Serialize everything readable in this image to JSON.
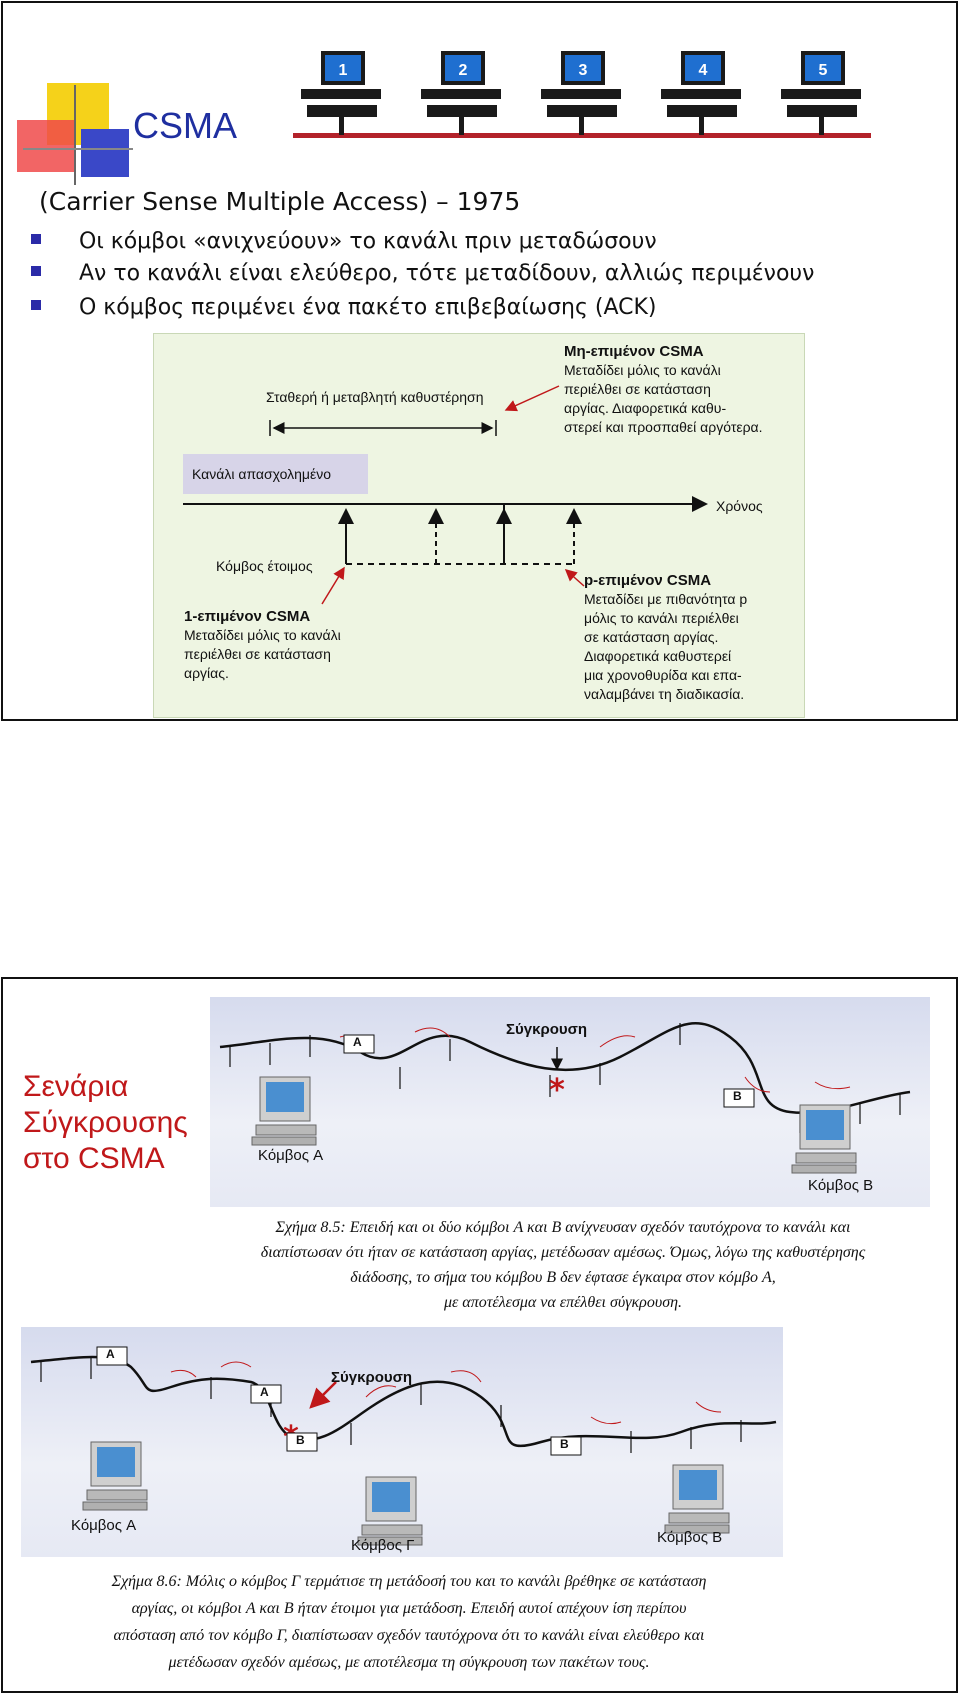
{
  "slide1": {
    "title": "CSMA",
    "subtitle": "(Carrier Sense Multiple Access) – 1975",
    "bullets": [
      "Οι κόμβοι «ανιχνεύουν» το κανάλι πριν μεταδώσουν",
      "Αν το κανάλι είναι ελεύθερο, τότε μεταδίδουν, αλλιώς περιμένουν",
      "Ο κόμβος περιμένει ένα πακέτο επιβεβαίωσης (ACK)"
    ],
    "computers": [
      "1",
      "2",
      "3",
      "4",
      "5"
    ],
    "diagram": {
      "delay_label": "Σταθερή ή μεταβλητή καθυστέρηση",
      "nonpersistent_title": "Μη-επιμένον CSMA",
      "nonpersistent_lines": [
        "Μεταδίδει μόλις το κανάλι",
        "περιέλθει σε κατάσταση",
        "αργίας. Διαφορετικά καθυ-",
        "στερεί και προσπαθεί αργότερα."
      ],
      "busy_label": "Κανάλι απασχολημένο",
      "time_label": "Χρόνος",
      "ready_label": "Κόμβος έτοιμος",
      "onepersistent_title": "1-επιμένον CSMA",
      "onepersistent_lines": [
        "Μεταδίδει μόλις το κανάλι",
        "περιέλθει σε κατάσταση",
        "αργίας."
      ],
      "ppersistent_title": "p-επιμένον CSMA",
      "ppersistent_lines": [
        "Μεταδίδει με πιθανότητα p",
        " μόλις το κανάλι περιέλθει",
        "σε κατάσταση αργίας.",
        "Διαφορετικά καθυστερεί",
        "μια χρονοθυρίδα και επα-",
        "ναλαμβάνει τη διαδικασία."
      ]
    }
  },
  "slide2": {
    "scenario_lines": [
      "Σενάρια",
      "Σύγκρουσης",
      "στο CSMA"
    ],
    "fig1": {
      "collision": "Σύγκρουση",
      "packet_a": "A",
      "packet_b": "B",
      "node_a": "Κόμβος A",
      "node_b": "Κόμβος B",
      "caption": [
        "Σχήμα 8.5: Επειδή και οι δύο κόμβοι A και B ανίχνευσαν σχεδόν ταυτόχρονα το κανάλι και",
        "διαπίστωσαν ότι ήταν σε κατάσταση αργίας, μετέδωσαν αμέσως. Όμως, λόγω της καθυστέρησης",
        "διάδοσης, το σήμα του κόμβου B δεν έφτασε έγκαιρα στον κόμβο A,",
        "με αποτέλεσμα να επέλθει σύγκρουση."
      ]
    },
    "fig2": {
      "collision": "Σύγκρουση",
      "packet_a1": "A",
      "packet_a2": "A",
      "packet_b1": "B",
      "packet_b2": "B",
      "node_a": "Κόμβος A",
      "node_g": "Κόμβος Γ",
      "node_b": "Κόμβος B",
      "caption": [
        "Σχήμα 8.6: Μόλις ο κόμβος Γ τερμάτισε τη μετάδοσή του και το κανάλι βρέθηκε σε κατάσταση",
        "αργίας, οι κόμβοι A και B ήταν έτοιμοι για μετάδοση. Επειδή αυτοί απέχουν ίση περίπου",
        "απόσταση από τον κόμβο Γ, διαπίστωσαν σχεδόν ταυτόχρονα ότι το κανάλι είναι ελεύθερο και",
        "μετέδωσαν σχεδόν αμέσως, με αποτέλεσμα τη σύγκρουση των πακέτων τους."
      ]
    }
  }
}
